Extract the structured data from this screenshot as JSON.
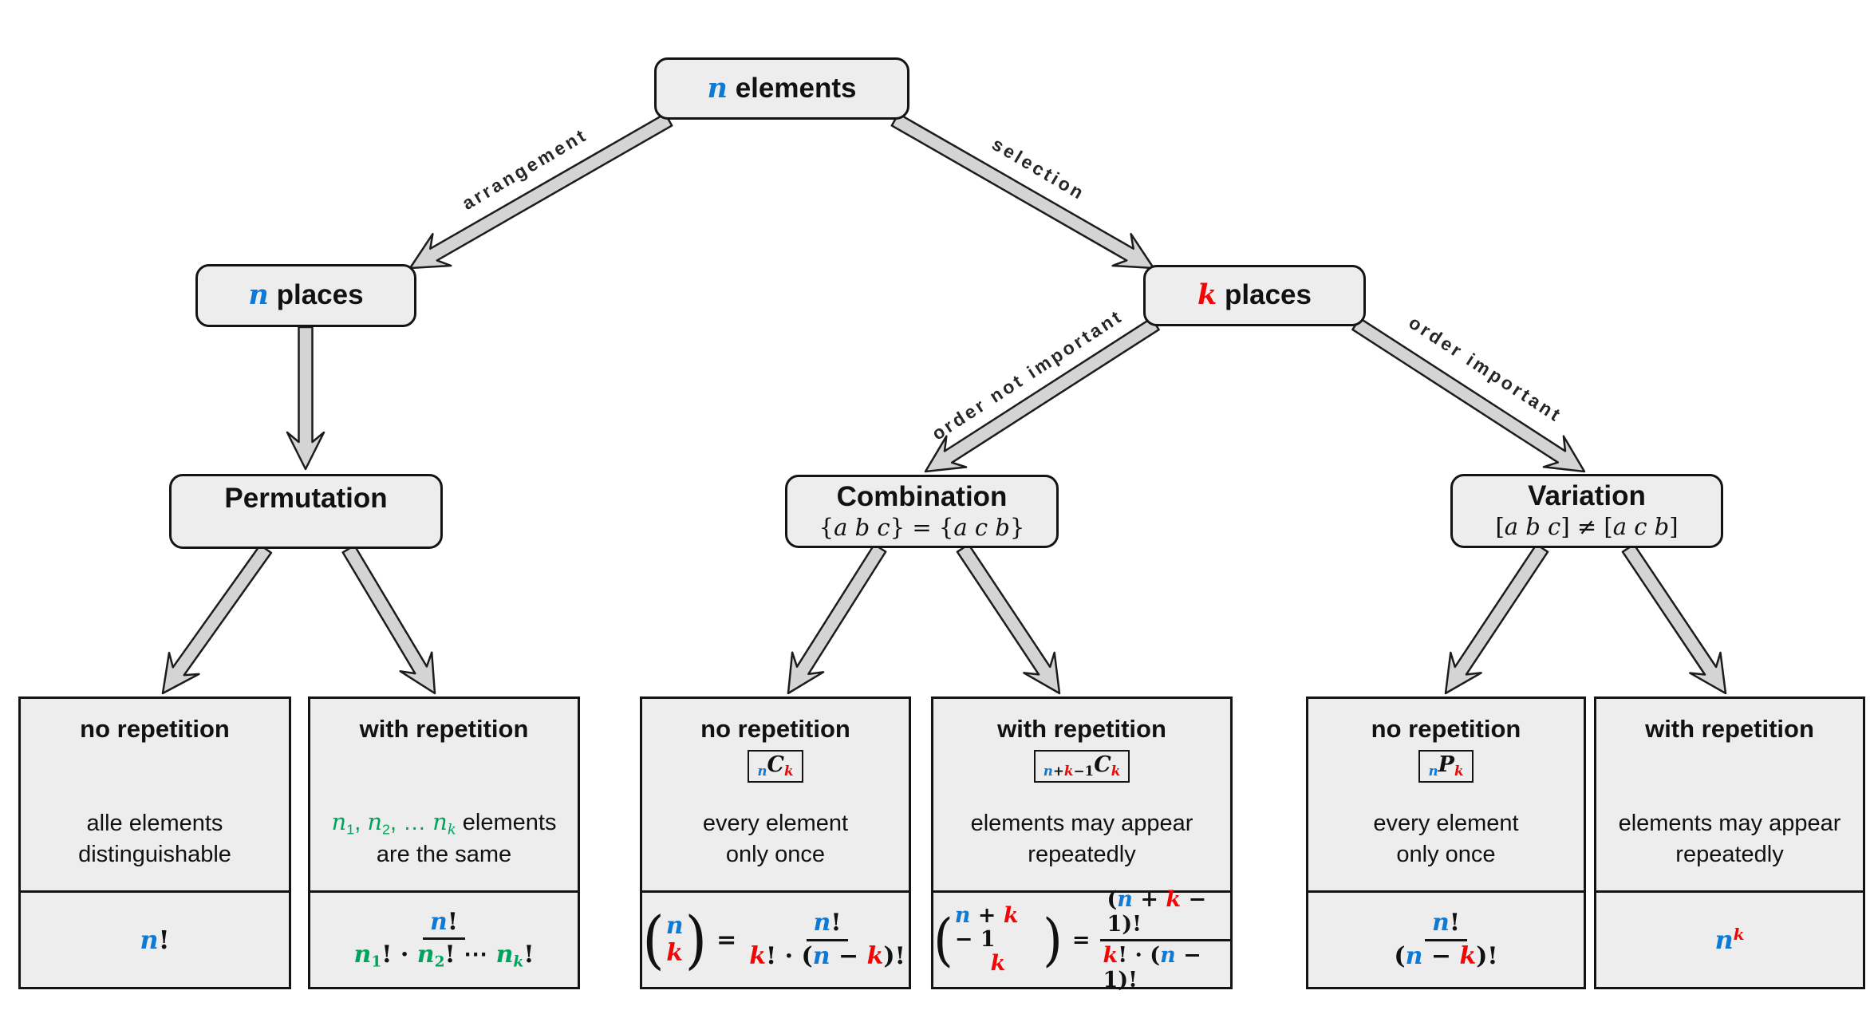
{
  "colors": {
    "blue": "#0e7ad6",
    "red": "#f20505",
    "green": "#00a35c",
    "box_fill": "#ededed",
    "box_border": "#141414",
    "arrow_fill": "#d4d4d4"
  },
  "nodes": {
    "root": {
      "title": [
        {
          "t": "n",
          "m": 1,
          "c": "b"
        },
        {
          "t": " elements"
        }
      ]
    },
    "n_places": {
      "title": [
        {
          "t": "n",
          "m": 1,
          "c": "b"
        },
        {
          "t": " places"
        }
      ]
    },
    "k_places": {
      "title": [
        {
          "t": "k",
          "m": 1,
          "c": "r"
        },
        {
          "t": " places"
        }
      ]
    },
    "permutation": {
      "title": [
        {
          "t": "Permutation"
        }
      ]
    },
    "combination": {
      "title": [
        {
          "t": "Combination"
        }
      ],
      "subtitle": [
        {
          "t": "{"
        },
        {
          "t": "a b c",
          "m": 1
        },
        {
          "t": "} = {"
        },
        {
          "t": "a c b",
          "m": 1
        },
        {
          "t": "}"
        }
      ]
    },
    "variation": {
      "title": [
        {
          "t": "Variation"
        }
      ],
      "subtitle": [
        {
          "t": "["
        },
        {
          "t": "a b c",
          "m": 1
        },
        {
          "t": "] ≠ ["
        },
        {
          "t": "a c b",
          "m": 1
        },
        {
          "t": "]"
        }
      ]
    }
  },
  "edges": {
    "arrangement": "arrangement",
    "selection": "selection",
    "order_not_important": "order not important",
    "order_important": "order important"
  },
  "leaves": [
    {
      "header": "no repetition",
      "body": [
        [
          {
            "t": "alle elements"
          }
        ],
        [
          {
            "t": "distinguishable"
          }
        ]
      ],
      "formula": {
        "tokens": [
          {
            "t": "n",
            "m": 1,
            "c": "b"
          },
          {
            "t": "!"
          }
        ]
      }
    },
    {
      "header": "with repetition",
      "body": [
        [
          {
            "t": "n",
            "m": 1,
            "c": "g"
          },
          {
            "t": "1",
            "v": "sub",
            "c": "g"
          },
          {
            "t": ", ",
            "c": "g"
          },
          {
            "t": "n",
            "m": 1,
            "c": "g"
          },
          {
            "t": "2",
            "v": "sub",
            "c": "g"
          },
          {
            "t": ", … ",
            "c": "g"
          },
          {
            "t": "n",
            "m": 1,
            "c": "g"
          },
          {
            "t": "k",
            "v": "sub",
            "m": 1,
            "c": "g"
          },
          {
            "t": " elements"
          }
        ],
        [
          {
            "t": "are the same"
          }
        ]
      ],
      "formula": {
        "num": [
          {
            "t": "n",
            "m": 1,
            "c": "b"
          },
          {
            "t": "!"
          }
        ],
        "den": [
          {
            "t": "n",
            "m": 1,
            "c": "g"
          },
          {
            "t": "1",
            "v": "sub",
            "c": "g"
          },
          {
            "t": "! · "
          },
          {
            "t": "n",
            "m": 1,
            "c": "g"
          },
          {
            "t": "2",
            "v": "sub",
            "c": "g"
          },
          {
            "t": "! ⋯ "
          },
          {
            "t": "n",
            "m": 1,
            "c": "g"
          },
          {
            "t": "k",
            "v": "sub",
            "m": 1,
            "c": "g"
          },
          {
            "t": "!"
          }
        ]
      }
    },
    {
      "header": "no repetition",
      "badge": [
        {
          "t": "n",
          "v": "sub",
          "m": 1,
          "c": "b"
        },
        {
          "t": "C",
          "m": 1
        },
        {
          "t": "k",
          "v": "sub",
          "m": 1,
          "c": "r"
        }
      ],
      "body": [
        [
          {
            "t": "every element"
          }
        ],
        [
          {
            "t": "only once"
          }
        ]
      ],
      "formula": {
        "binom_top": [
          {
            "t": "n",
            "m": 1,
            "c": "b"
          }
        ],
        "binom_bottom": [
          {
            "t": "k",
            "m": 1,
            "c": "r"
          }
        ],
        "eq": "=",
        "num": [
          {
            "t": "n",
            "m": 1,
            "c": "b"
          },
          {
            "t": "!"
          }
        ],
        "den": [
          {
            "t": "k",
            "m": 1,
            "c": "r"
          },
          {
            "t": "! · ("
          },
          {
            "t": "n",
            "m": 1,
            "c": "b"
          },
          {
            "t": " − "
          },
          {
            "t": "k",
            "m": 1,
            "c": "r"
          },
          {
            "t": ")!"
          }
        ]
      }
    },
    {
      "header": "with repetition",
      "badge": [
        {
          "t": "n",
          "v": "sub",
          "m": 1,
          "c": "b"
        },
        {
          "t": "+",
          "v": "sub"
        },
        {
          "t": "k",
          "v": "sub",
          "m": 1,
          "c": "r"
        },
        {
          "t": "−1",
          "v": "sub"
        },
        {
          "t": "C",
          "m": 1
        },
        {
          "t": "k",
          "v": "sub",
          "m": 1,
          "c": "r"
        }
      ],
      "body": [
        [
          {
            "t": "elements may appear"
          }
        ],
        [
          {
            "t": "repeatedly"
          }
        ]
      ],
      "formula": {
        "binom_top": [
          {
            "t": "n",
            "m": 1,
            "c": "b"
          },
          {
            "t": " + "
          },
          {
            "t": "k",
            "m": 1,
            "c": "r"
          },
          {
            "t": " − 1"
          }
        ],
        "binom_bottom": [
          {
            "t": "k",
            "m": 1,
            "c": "r"
          }
        ],
        "eq": "=",
        "num": [
          {
            "t": "("
          },
          {
            "t": "n",
            "m": 1,
            "c": "b"
          },
          {
            "t": " + "
          },
          {
            "t": "k",
            "m": 1,
            "c": "r"
          },
          {
            "t": " − 1"
          },
          {
            "t": ")!"
          }
        ],
        "den": [
          {
            "t": "k",
            "m": 1,
            "c": "r"
          },
          {
            "t": "! · ("
          },
          {
            "t": "n",
            "m": 1,
            "c": "b"
          },
          {
            "t": " − 1"
          },
          {
            "t": ")!"
          }
        ]
      }
    },
    {
      "header": "no repetition",
      "badge": [
        {
          "t": "n",
          "v": "sub",
          "m": 1,
          "c": "b"
        },
        {
          "t": "P",
          "m": 1
        },
        {
          "t": "k",
          "v": "sub",
          "m": 1,
          "c": "r"
        }
      ],
      "body": [
        [
          {
            "t": "every element"
          }
        ],
        [
          {
            "t": "only once"
          }
        ]
      ],
      "formula": {
        "num": [
          {
            "t": "n",
            "m": 1,
            "c": "b"
          },
          {
            "t": "!"
          }
        ],
        "den": [
          {
            "t": "("
          },
          {
            "t": "n",
            "m": 1,
            "c": "b"
          },
          {
            "t": " − "
          },
          {
            "t": "k",
            "m": 1,
            "c": "r"
          },
          {
            "t": ")!"
          }
        ]
      }
    },
    {
      "header": "with repetition",
      "body": [
        [
          {
            "t": "elements may appear"
          }
        ],
        [
          {
            "t": "repeatedly"
          }
        ]
      ],
      "formula": {
        "tokens": [
          {
            "t": "n",
            "m": 1,
            "c": "b"
          },
          {
            "t": "k",
            "v": "sup",
            "m": 1,
            "c": "r"
          }
        ]
      }
    }
  ]
}
